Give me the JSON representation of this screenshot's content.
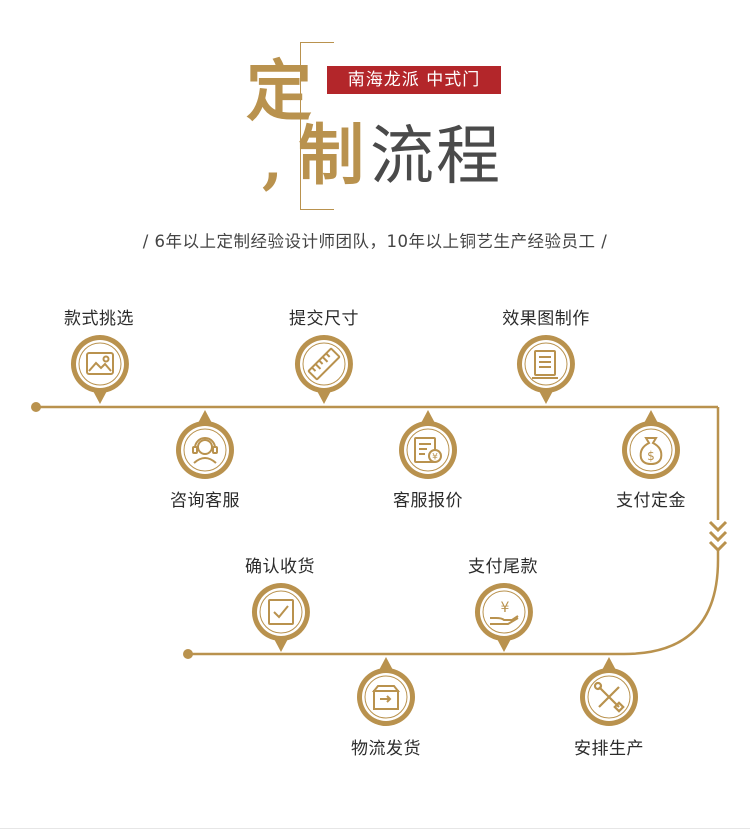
{
  "header": {
    "badge": "南海龙派 中式门",
    "title_ding": "定",
    "title_comma": ",",
    "title_zhi": "制",
    "title_rest": "流程",
    "subtitle": "/  6年以上定制经验设计师团队，10年以上铜艺生产经验员工  /"
  },
  "colors": {
    "gold": "#b9924e",
    "red": "#b3262a",
    "text": "#2b2b2b"
  },
  "steps": {
    "s1": {
      "label": "款式挑选",
      "icon": "image-icon"
    },
    "s2": {
      "label": "咨询客服",
      "icon": "headset-agent-icon"
    },
    "s3": {
      "label": "提交尺寸",
      "icon": "ruler-icon"
    },
    "s4": {
      "label": "客服报价",
      "icon": "quote-document-icon"
    },
    "s5": {
      "label": "效果图制作",
      "icon": "drawing-document-icon"
    },
    "s6": {
      "label": "支付定金",
      "icon": "money-bag-icon"
    },
    "s7": {
      "label": "确认收货",
      "icon": "checkbox-icon"
    },
    "s8": {
      "label": "支付尾款",
      "icon": "yen-hand-icon"
    },
    "s9": {
      "label": "物流发货",
      "icon": "delivery-box-icon"
    },
    "s10": {
      "label": "安排生产",
      "icon": "tools-icon"
    }
  }
}
